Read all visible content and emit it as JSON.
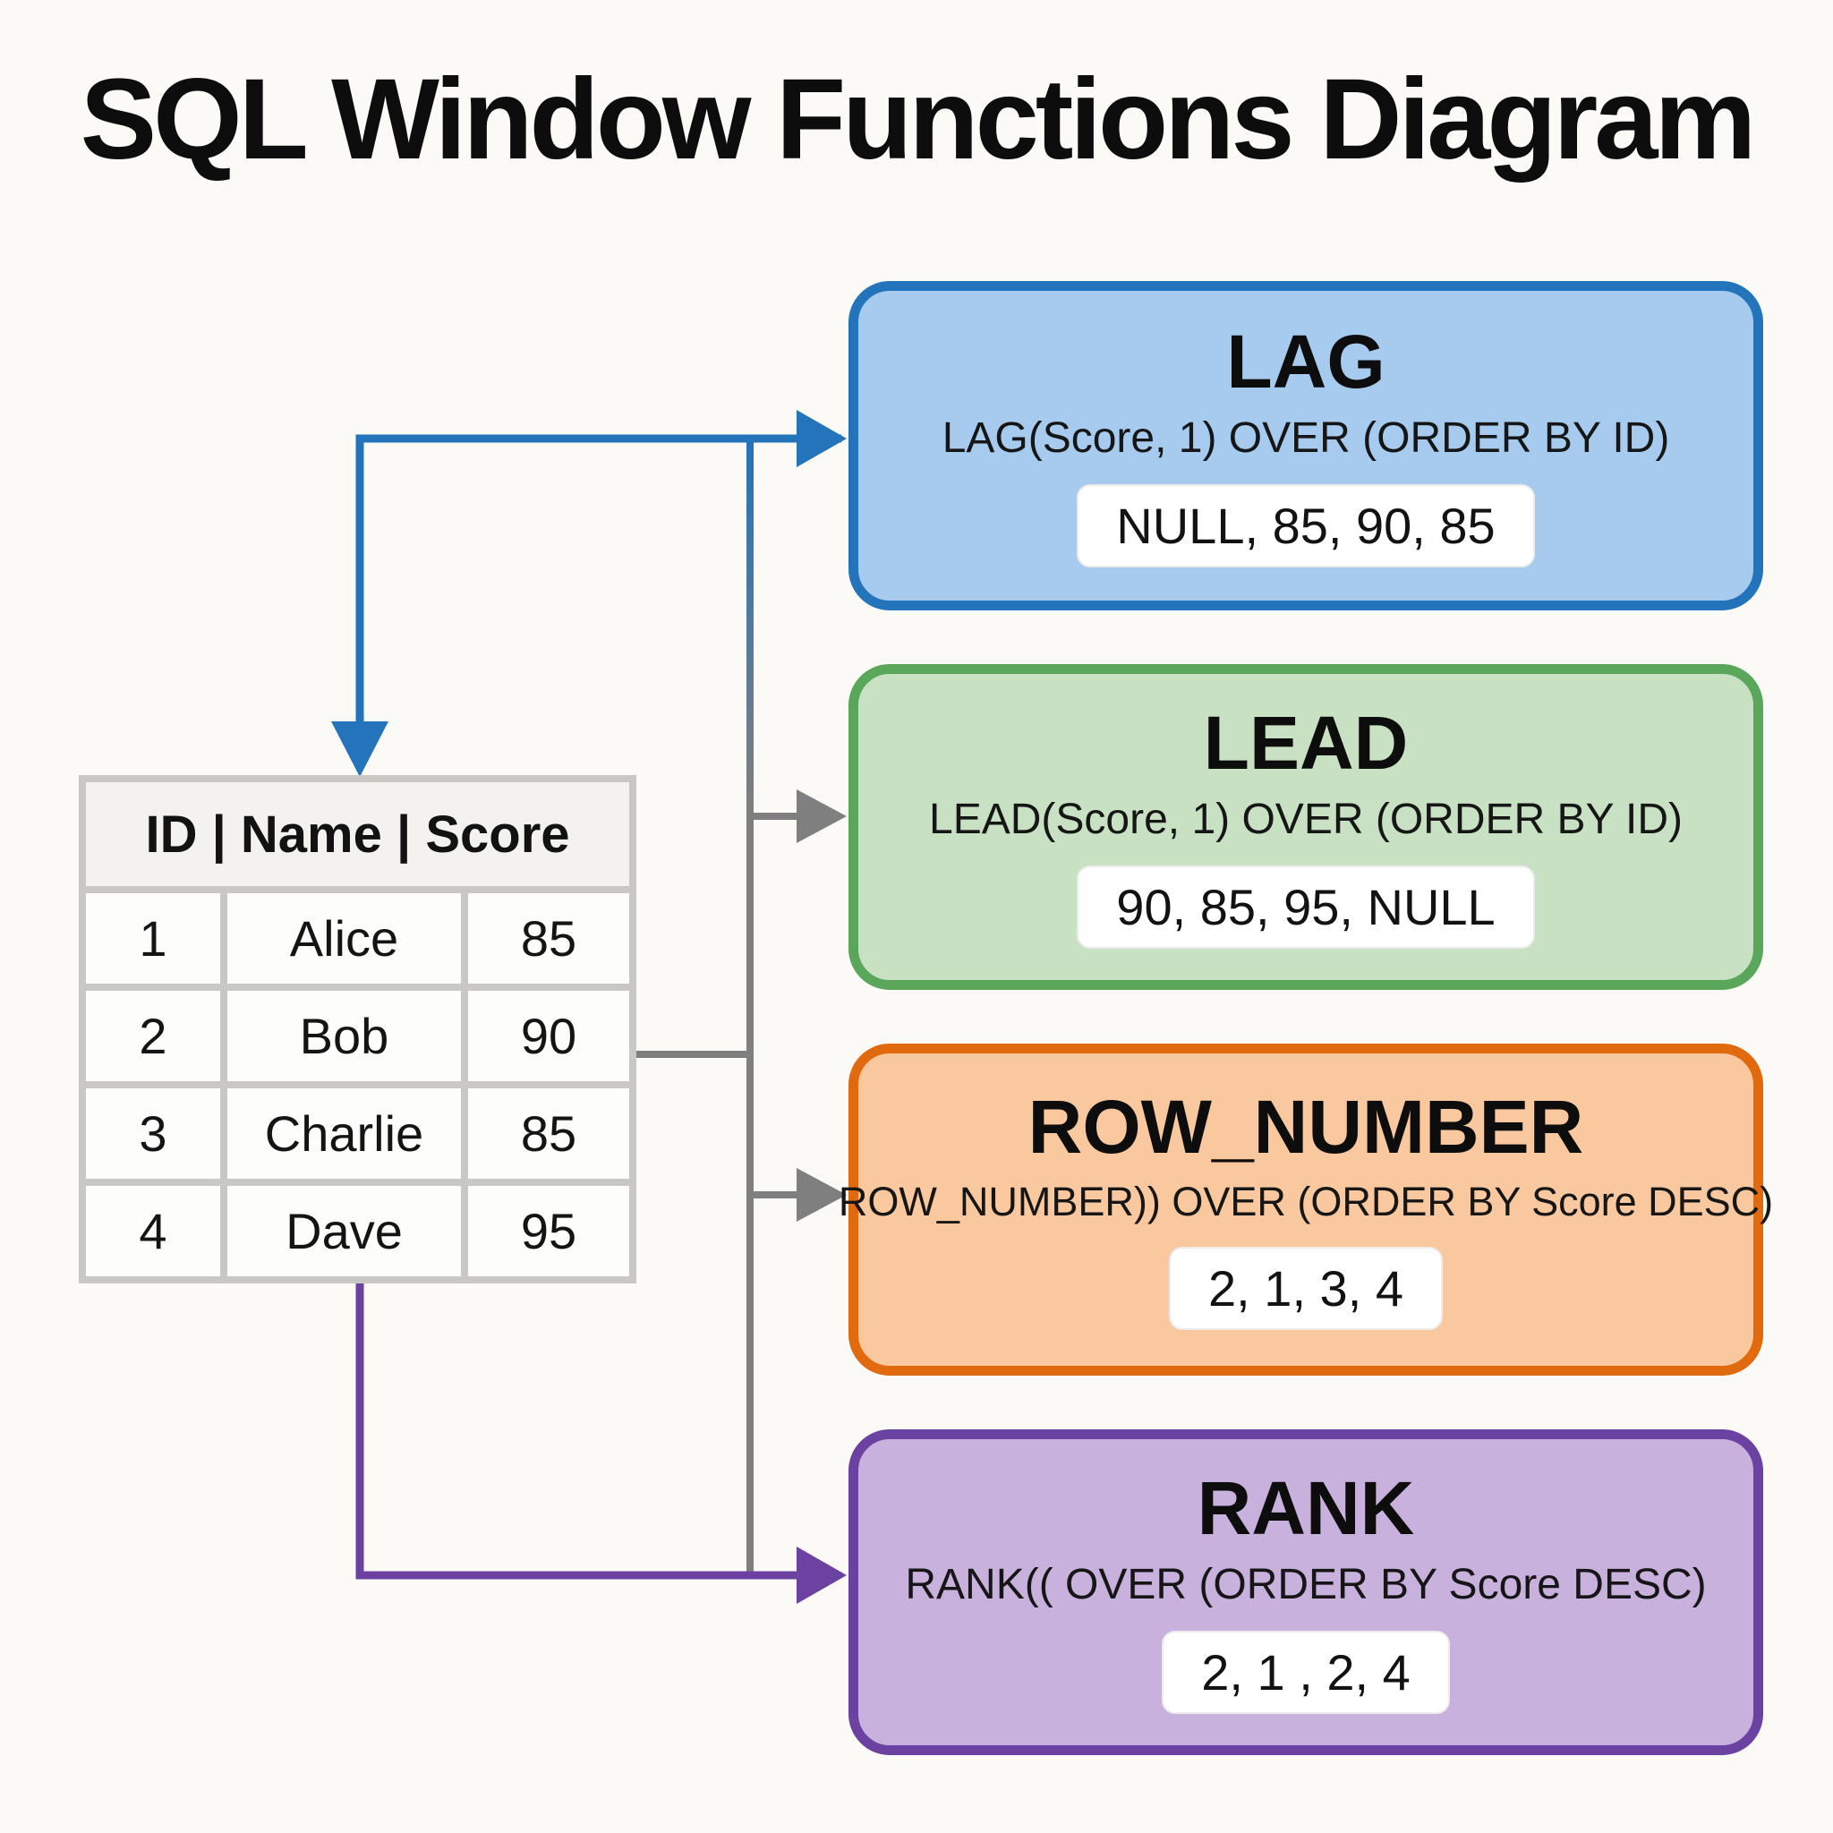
{
  "title": "SQL Window Functions Diagram",
  "table": {
    "header": "ID | Name | Score",
    "columns": [
      "ID",
      "Name",
      "Score"
    ],
    "rows": [
      [
        "1",
        "Alice",
        "85"
      ],
      [
        "2",
        "Bob",
        "90"
      ],
      [
        "3",
        "Charlie",
        "85"
      ],
      [
        "4",
        "Dave",
        "95"
      ]
    ]
  },
  "functions": [
    {
      "name": "LAG",
      "expression": "LAG(Score, 1) OVER (ORDER BY ID)",
      "result": "NULL, 85, 90, 85",
      "fill": "#a7cbee",
      "border": "#2374ba"
    },
    {
      "name": "LEAD",
      "expression": "LEAD(Score, 1) OVER (ORDER BY ID)",
      "result": "90, 85, 95, NULL",
      "fill": "#c8e1c3",
      "border": "#5aa65a"
    },
    {
      "name": "ROW_NUMBER",
      "expression": "ROW_NUMBER)) OVER (ORDER BY Score DESC)",
      "result": "2, 1, 3, 4",
      "fill": "#f9c89f",
      "border": "#e06a0d"
    },
    {
      "name": "RANK",
      "expression": "RANK(( OVER (ORDER BY Score DESC)",
      "result": "2, 1 , 2, 4",
      "fill": "#c8b2dd",
      "border": "#6b41a1"
    }
  ],
  "connectors": {
    "blue": "#2374ba",
    "gray": "#7f7f7f",
    "purple": "#6b41a1"
  }
}
